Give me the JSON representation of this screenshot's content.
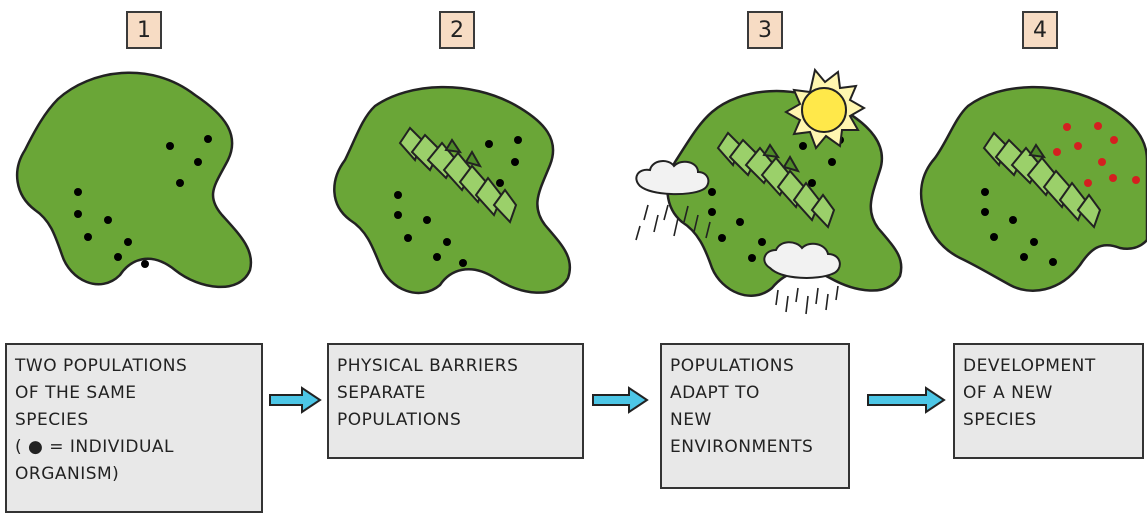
{
  "steps": [
    {
      "number": "1",
      "caption": "TWO   POPULATIONS\nOF  THE  SAME\nSPECIES\n( ● =  INDIVIDUAL\nORGANISM)"
    },
    {
      "number": "2",
      "caption": "PHYSICAL  BARRIERS\nSEPARATE\nPOPULATIONS"
    },
    {
      "number": "3",
      "caption": "POPULATIONS\nADAPT   TO\nNEW\nENVIRONMENTS"
    },
    {
      "number": "4",
      "caption": "DEVELOPMENT\nOF  A  NEW\nSPECIES"
    }
  ],
  "colors": {
    "land": "#6aa637",
    "mountain": "#9bd06a",
    "organism": "#000000",
    "new_species": "#d42020",
    "arrow": "#4cc6e6",
    "caption_bg": "#e8e8e8",
    "number_bg": "#f7dcc4",
    "sun": "#ffe84a"
  },
  "icons": [
    "sun-icon",
    "cloud-icon",
    "rain-icon",
    "mountain-icon",
    "arrow-icon"
  ]
}
